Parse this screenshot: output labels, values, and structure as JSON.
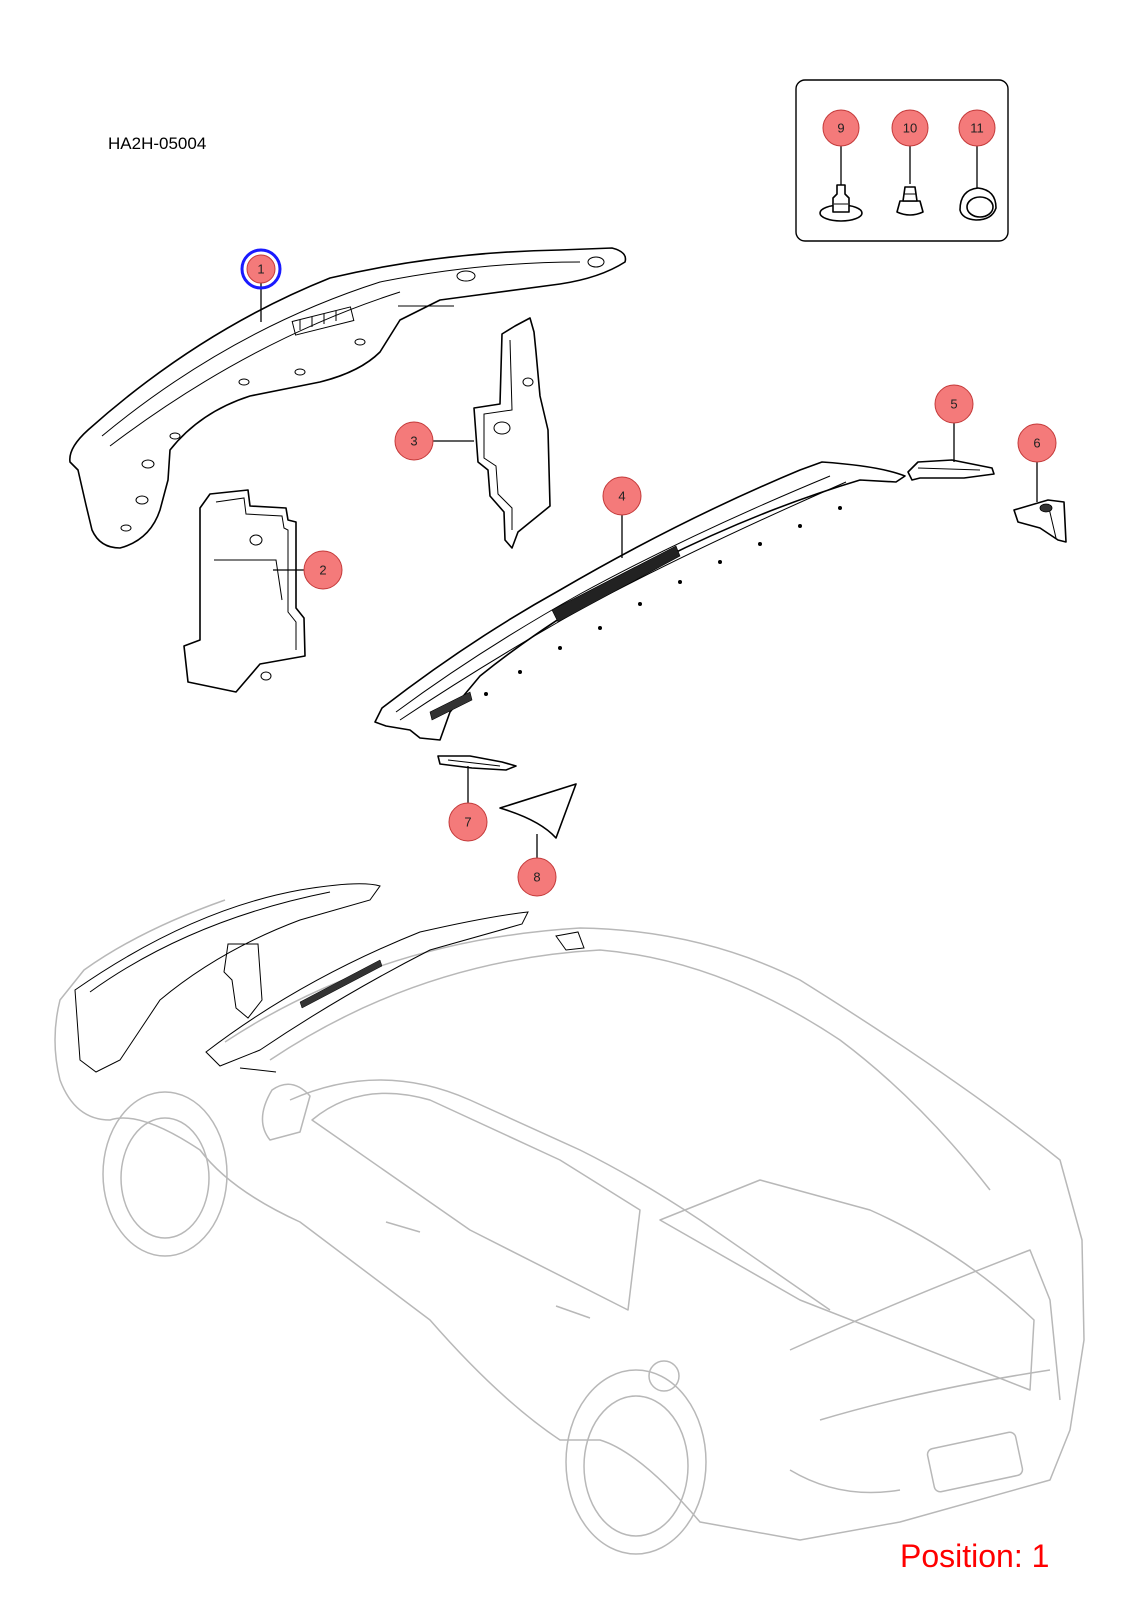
{
  "diagram_code": "HA2H-05004",
  "position_label": "Position: 1",
  "selected_part": "1",
  "colors": {
    "callout_fill": "#f47a7a",
    "callout_stroke": "#c43a3a",
    "selection_outline": "#1a1aff",
    "position_text": "#ff0000",
    "car_outline": "#b8b8b8"
  },
  "callouts": [
    {
      "label": "1"
    },
    {
      "label": "2"
    },
    {
      "label": "3"
    },
    {
      "label": "4"
    },
    {
      "label": "5"
    },
    {
      "label": "6"
    },
    {
      "label": "7"
    },
    {
      "label": "8"
    },
    {
      "label": "9"
    },
    {
      "label": "10"
    },
    {
      "label": "11"
    }
  ]
}
